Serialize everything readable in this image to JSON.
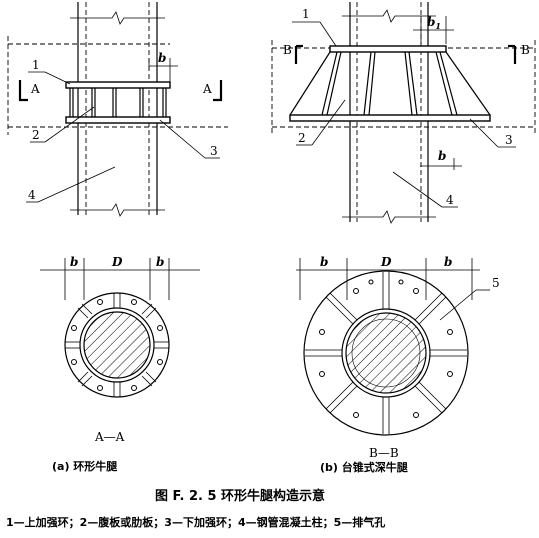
{
  "labels": {
    "a_callouts": [
      "1",
      "2",
      "3",
      "4"
    ],
    "b_callouts": [
      "1",
      "2",
      "3",
      "4",
      "5"
    ],
    "dim_b": "b",
    "dim_b1": "b",
    "dim_b1_sub": "1",
    "dim_D": "D",
    "section_a_left": "A",
    "section_a_right": "A",
    "section_b_left": "B",
    "section_b_right": "B"
  },
  "subcaptions": {
    "a": "(a) 环形牛腿",
    "b": "(b) 台锥式深牛腿"
  },
  "section_titles": {
    "a": "A—A",
    "b": "B—B"
  },
  "figure": {
    "title": "图 F. 2. 5    环形牛腿构造示意",
    "legend": "1—上加强环；2—腹板或肋板；3—下加强环；4—钢管混凝土柱；5—排气孔"
  }
}
